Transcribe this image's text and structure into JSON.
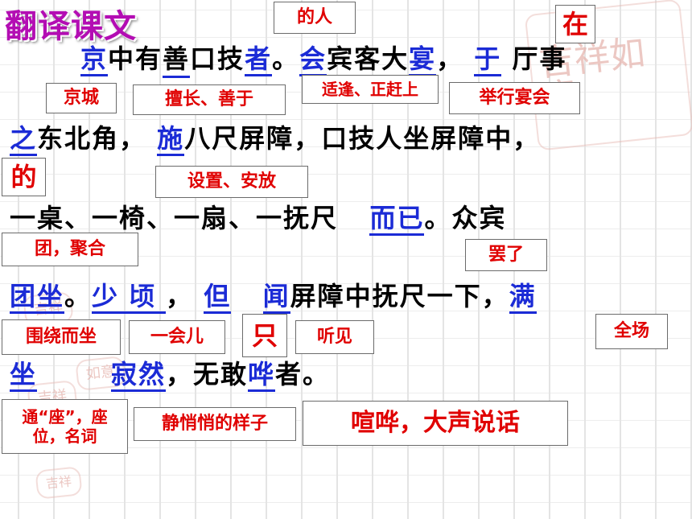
{
  "title": "翻译课文",
  "lines": [
    [
      "京",
      "中有",
      "善",
      "口技",
      "者",
      "。",
      "会",
      "宾客大",
      "宴",
      "，",
      "于",
      "厅事"
    ],
    [
      "之",
      "东北角，",
      "施",
      "八尺屏障，口技人坐屏障中，"
    ],
    [
      "一桌、一椅、一扇、一抚尺",
      "而已",
      "。众宾"
    ],
    [
      "团坐",
      "。",
      "少顷",
      "，",
      "但",
      "闻",
      "屏障中抚尺一下，",
      "满"
    ],
    [
      "坐",
      "寂然",
      "，无敢",
      "哗",
      "者。"
    ]
  ],
  "notes": {
    "de_ren": "的人",
    "zai": "在",
    "jingcheng": "京城",
    "shanchang": "擅长、善于",
    "shifeng": "适逢、正赶上",
    "juxing": "举行宴会",
    "de": "的",
    "shezhi": "设置、安放",
    "tuan": "团，聚合",
    "bale": "罢了",
    "weirao": "围绕而坐",
    "yihuier": "一会儿",
    "zhi": "只",
    "tingjian": "听见",
    "quanchang": "全场",
    "tongzuo": "通“座”，座位，名词",
    "jingqiaoqiao": "静悄悄的样子",
    "xuanhua": "喧哗，大声说话"
  },
  "watermark": "吉祥如意"
}
